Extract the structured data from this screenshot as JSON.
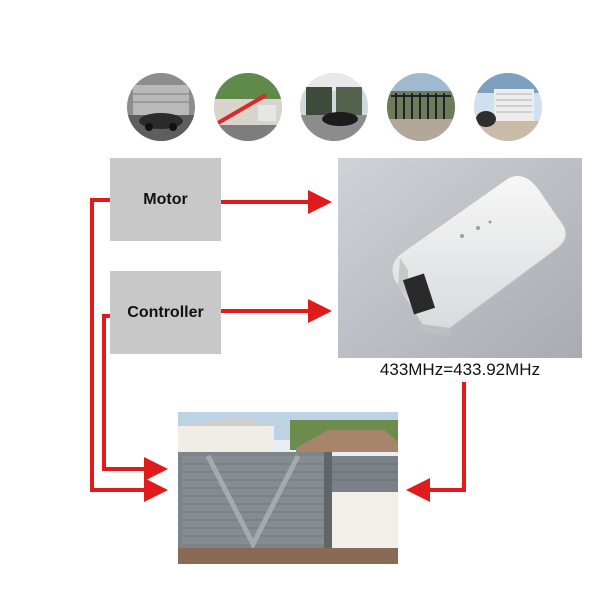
{
  "boxes": {
    "motor": "Motor",
    "controller": "Controller"
  },
  "frequency_label": "433MHz=433.92MHz",
  "colors": {
    "arrow": "#e01b1b",
    "box": "#c8c8c8"
  },
  "icons": [
    "garage-door-photo",
    "sliding-gate-photo",
    "driveway-gate-photo",
    "swing-gate-photo",
    "fence-gate-photo"
  ]
}
